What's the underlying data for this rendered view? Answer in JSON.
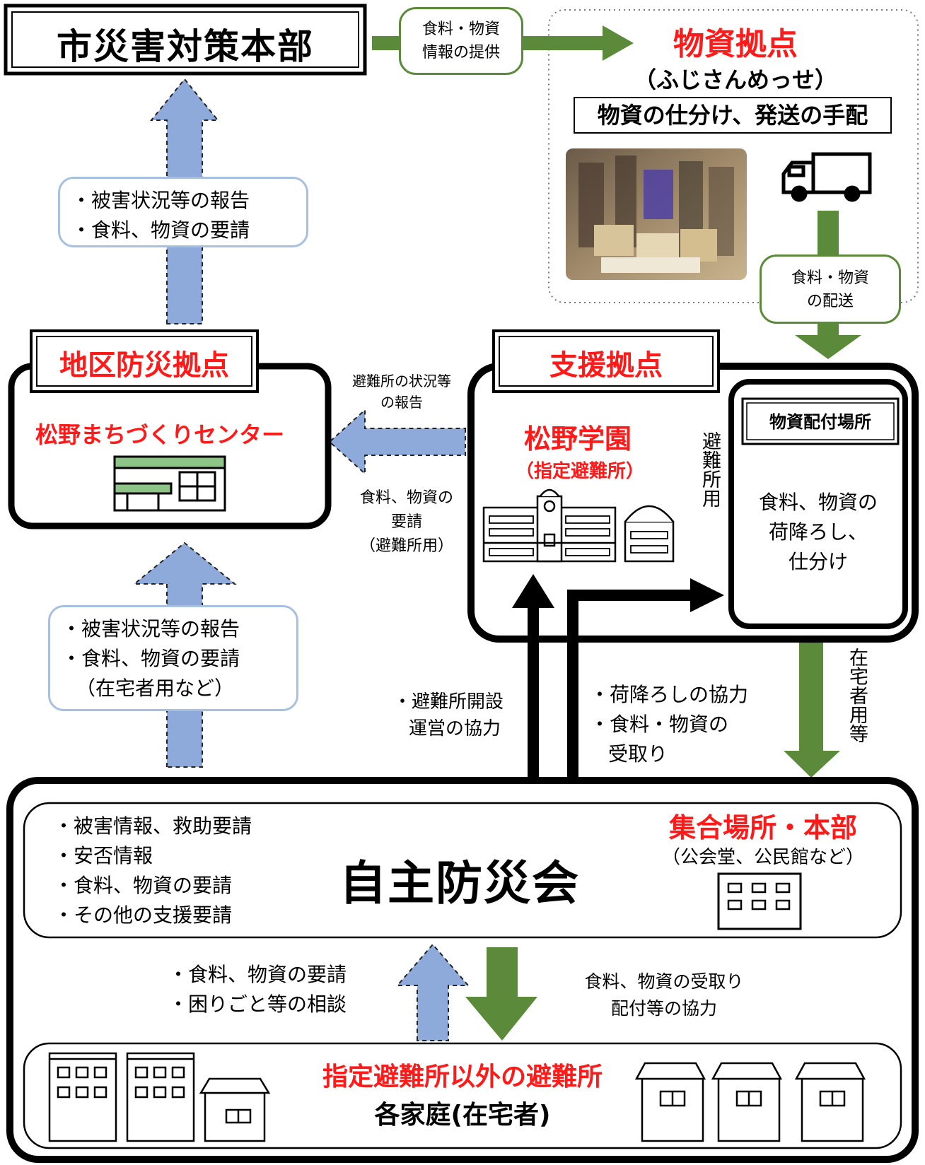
{
  "hq": {
    "title": "市災害対策本部"
  },
  "supply_base": {
    "title": "物資拠点",
    "subtitle": "（ふじさんめっせ）",
    "task": "物資の仕分け、発送の手配"
  },
  "labels": {
    "food_info": [
      "食料・物資",
      "情報の提供"
    ],
    "food_delivery": [
      "食料・物資",
      "の配送"
    ],
    "report_to_hq": [
      "・被害状況等の報告",
      "・食料、物資の要請"
    ],
    "report_to_district": [
      "・被害状況等の報告",
      "・食料、物資の要請",
      "（在宅者用など）"
    ],
    "shelter_status": [
      "避難所の状況等",
      "の報告"
    ],
    "shelter_request": [
      "食料、物資の",
      "要請",
      "（避難所用）"
    ],
    "shelter_use": "避難所用",
    "home_use": "在宅者用等",
    "shelter_ops": [
      "・避難所開設",
      "運営の協力"
    ],
    "unload_help": [
      "・荷降ろしの協力",
      "・食料・物資の",
      "受取り"
    ],
    "resident_request": [
      "・食料、物資の要請",
      "・困りごと等の相談"
    ],
    "resident_receive": [
      "食料、物資の受取り",
      "配付等の協力"
    ]
  },
  "district_base": {
    "title": "地区防災拠点",
    "facility": "松野まちづくりセンター"
  },
  "support_base": {
    "title": "支援拠点",
    "facility": "松野学園",
    "facility_note": "（指定避難所）",
    "distribution": {
      "title": "物資配付場所",
      "task": [
        "食料、物資の",
        "荷降ろし、",
        "仕分け"
      ]
    }
  },
  "community": {
    "title": "自主防災会",
    "items": [
      "・被害情報、救助要請",
      "・安否情報",
      "・食料、物資の要請",
      "・その他の支援要請"
    ],
    "hq_title": "集合場所・本部",
    "hq_note": "（公会堂、公民館など）"
  },
  "residents": {
    "title": "指定避難所以外の避難所",
    "subtitle": "各家庭(在宅者)"
  },
  "colors": {
    "red": "#ff1a1a",
    "green_arrow": "#5a8a3a",
    "blue_arrow": "#8eaadb",
    "blue_border": "#a8c0e0"
  },
  "icons": [
    "truck-icon",
    "building-icon",
    "school-icon",
    "house-icon",
    "apartment-icon",
    "warehouse-photo"
  ]
}
